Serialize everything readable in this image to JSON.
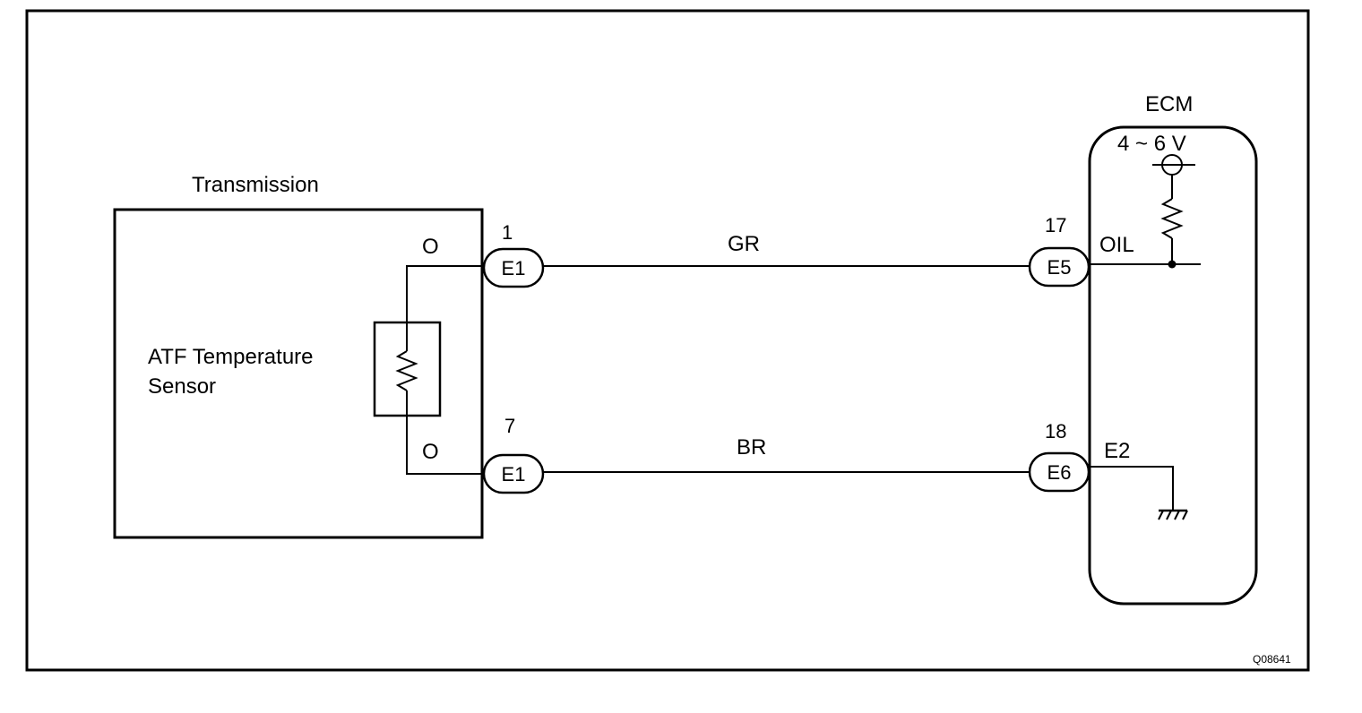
{
  "colors": {
    "ink": "#000000",
    "background": "#ffffff"
  },
  "transmission": {
    "title": "Transmission",
    "sensor_label_line1": "ATF Temperature",
    "sensor_label_line2": "Sensor",
    "wire_color_top": "O",
    "wire_color_bottom": "O"
  },
  "connectors": {
    "e1_top": {
      "pin": "1",
      "code": "E1"
    },
    "e1_bottom": {
      "pin": "7",
      "code": "E1"
    },
    "e5": {
      "pin": "17",
      "code": "E5"
    },
    "e6": {
      "pin": "18",
      "code": "E6"
    }
  },
  "wires": {
    "top": "GR",
    "bottom": "BR"
  },
  "ecm": {
    "title": "ECM",
    "voltage": "4 ~ 6 V",
    "terminal_oil": "OIL",
    "terminal_e2": "E2"
  },
  "figure_code": "Q08641"
}
